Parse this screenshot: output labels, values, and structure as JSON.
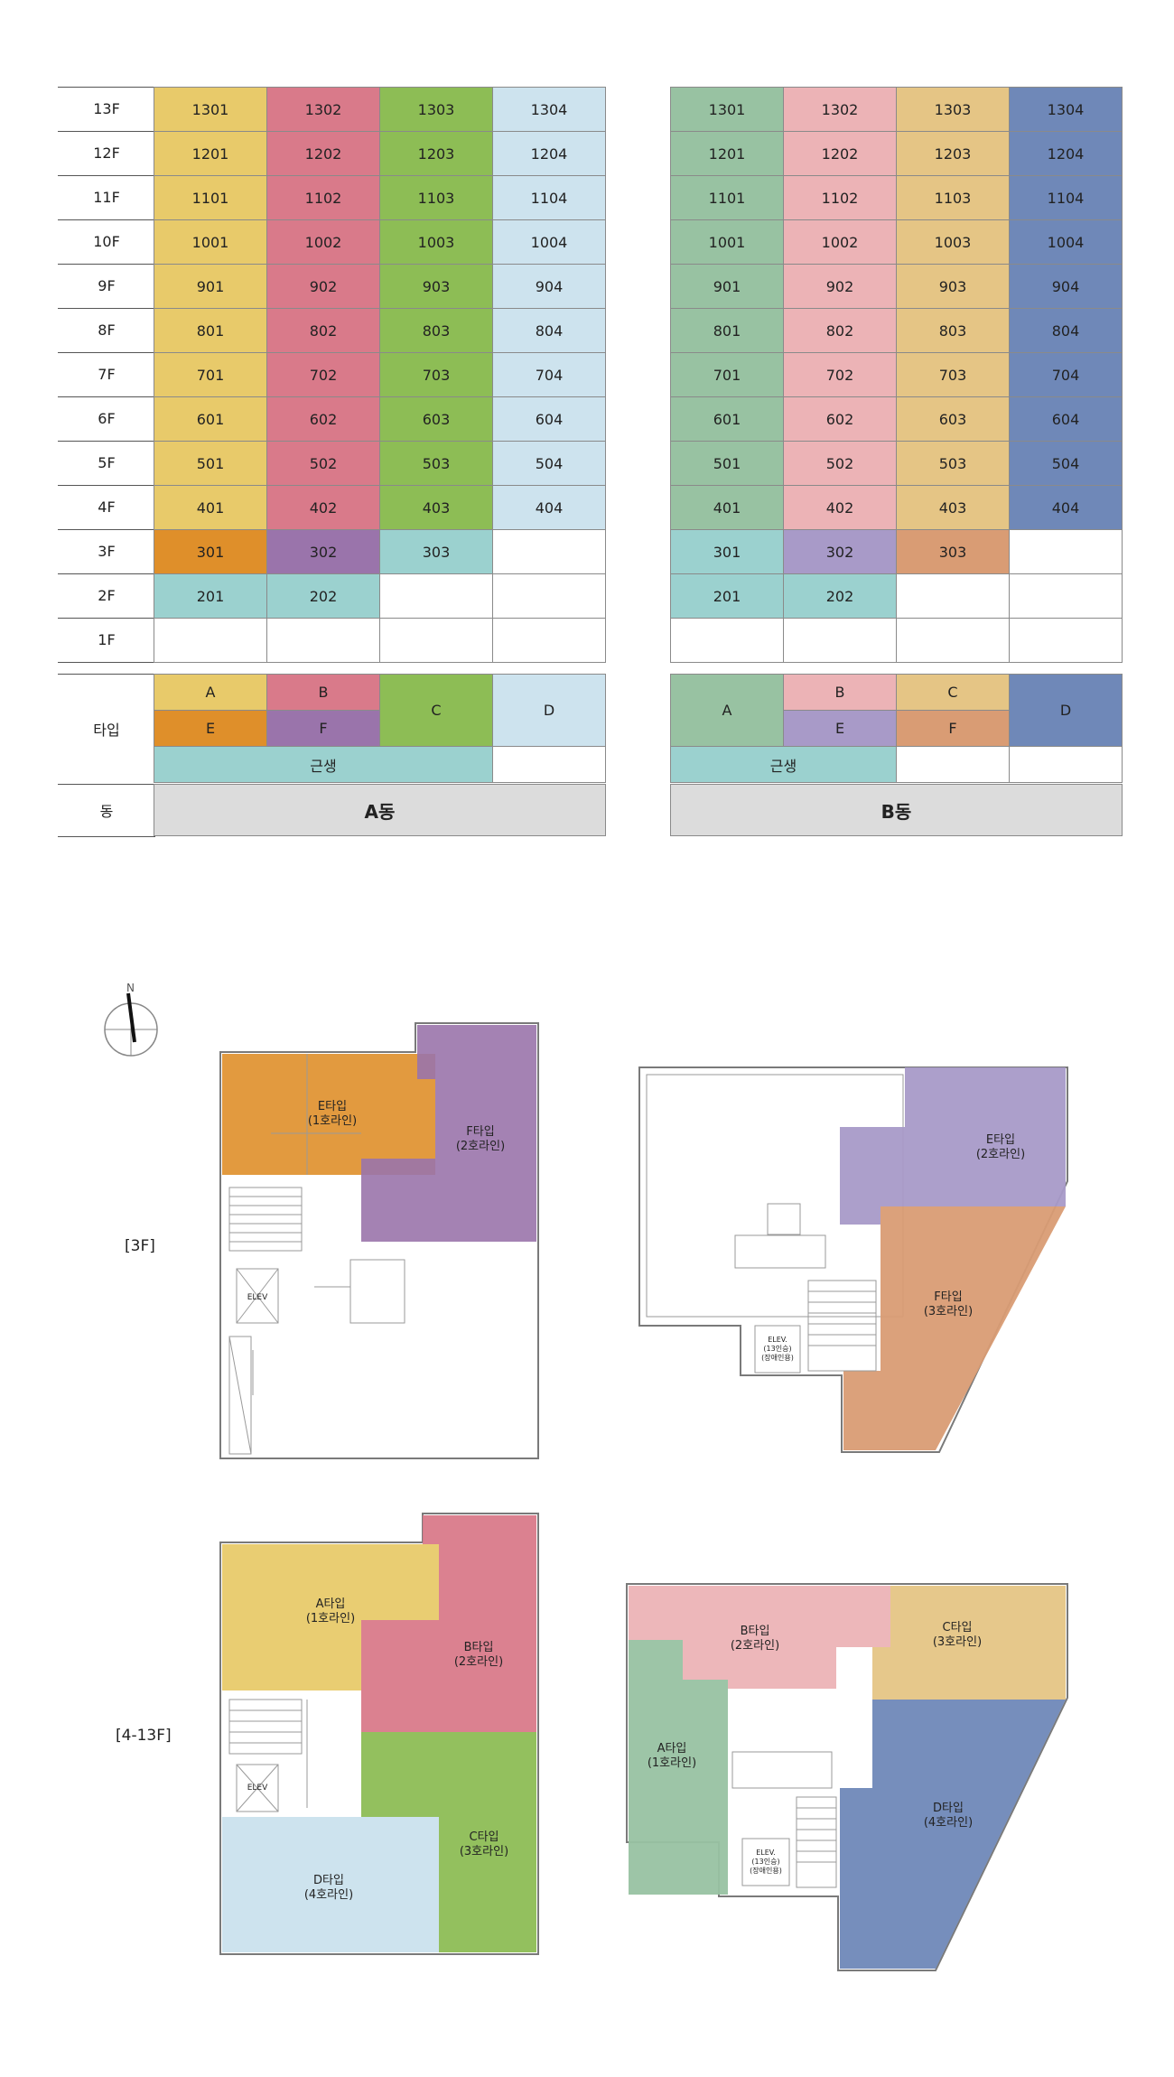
{
  "colors": {
    "a_A": "#e8ca6a",
    "a_B": "#d97a8a",
    "a_C": "#8dbd55",
    "a_D": "#cde3ee",
    "a_E": "#df8f2a",
    "a_F": "#9a74ab",
    "retail": "#9bd1cf",
    "b_A": "#98c2a2",
    "b_B": "#ecb3b6",
    "b_C": "#e5c585",
    "b_D": "#6f88b8",
    "b_E": "#a89ac8",
    "b_F": "#d99c74",
    "building_bar": "#dcdcdc"
  },
  "floors": [
    "13F",
    "12F",
    "11F",
    "10F",
    "9F",
    "8F",
    "7F",
    "6F",
    "5F",
    "4F",
    "3F",
    "2F",
    "1F"
  ],
  "row_labels": {
    "type": "타입",
    "building": "동"
  },
  "building_a": {
    "name": "A동",
    "upper_units": [
      [
        "1301",
        "1302",
        "1303",
        "1304"
      ],
      [
        "1201",
        "1202",
        "1203",
        "1204"
      ],
      [
        "1101",
        "1102",
        "1103",
        "1104"
      ],
      [
        "1001",
        "1002",
        "1003",
        "1004"
      ],
      [
        "901",
        "902",
        "903",
        "904"
      ],
      [
        "801",
        "802",
        "803",
        "804"
      ],
      [
        "701",
        "702",
        "703",
        "704"
      ],
      [
        "601",
        "602",
        "603",
        "604"
      ],
      [
        "501",
        "502",
        "503",
        "504"
      ],
      [
        "401",
        "402",
        "403",
        "404"
      ]
    ],
    "f3": [
      "301",
      "302",
      "303"
    ],
    "f2": [
      "201",
      "202"
    ],
    "legend": {
      "A": "A",
      "B": "B",
      "C": "C",
      "D": "D",
      "E": "E",
      "F": "F",
      "retail": "근생"
    }
  },
  "building_b": {
    "name": "B동",
    "upper_units": [
      [
        "1301",
        "1302",
        "1303",
        "1304"
      ],
      [
        "1201",
        "1202",
        "1203",
        "1204"
      ],
      [
        "1101",
        "1102",
        "1103",
        "1104"
      ],
      [
        "1001",
        "1002",
        "1003",
        "1004"
      ],
      [
        "901",
        "902",
        "903",
        "904"
      ],
      [
        "801",
        "802",
        "803",
        "804"
      ],
      [
        "701",
        "702",
        "703",
        "704"
      ],
      [
        "601",
        "602",
        "603",
        "604"
      ],
      [
        "501",
        "502",
        "503",
        "504"
      ],
      [
        "401",
        "402",
        "403",
        "404"
      ]
    ],
    "f3": [
      "301",
      "302",
      "303"
    ],
    "f2": [
      "201",
      "202"
    ],
    "legend": {
      "A": "A",
      "B": "B",
      "C": "C",
      "D": "D",
      "E": "E",
      "F": "F",
      "retail": "근생"
    }
  },
  "compass": {
    "north": "N"
  },
  "plans": {
    "floor3": {
      "label": "[3F]",
      "a_e": [
        "E타입",
        "(1호라인)"
      ],
      "a_f": [
        "F타입",
        "(2호라인)"
      ],
      "a_elev": "ELEV",
      "b_e": [
        "E타입",
        "(2호라인)"
      ],
      "b_f": [
        "F타입",
        "(3호라인)"
      ],
      "b_elev": [
        "ELEV.",
        "(13인승)",
        "(장애인용)"
      ]
    },
    "floor4_13": {
      "label": "[4-13F]",
      "a_a": [
        "A타입",
        "(1호라인)"
      ],
      "a_b": [
        "B타입",
        "(2호라인)"
      ],
      "a_c": [
        "C타입",
        "(3호라인)"
      ],
      "a_d": [
        "D타입",
        "(4호라인)"
      ],
      "a_elev": "ELEV",
      "b_a": [
        "A타입",
        "(1호라인)"
      ],
      "b_b": [
        "B타입",
        "(2호라인)"
      ],
      "b_c": [
        "C타입",
        "(3호라인)"
      ],
      "b_d": [
        "D타입",
        "(4호라인)"
      ],
      "b_elev": [
        "ELEV.",
        "(13인승)",
        "(장애인용)"
      ]
    }
  }
}
